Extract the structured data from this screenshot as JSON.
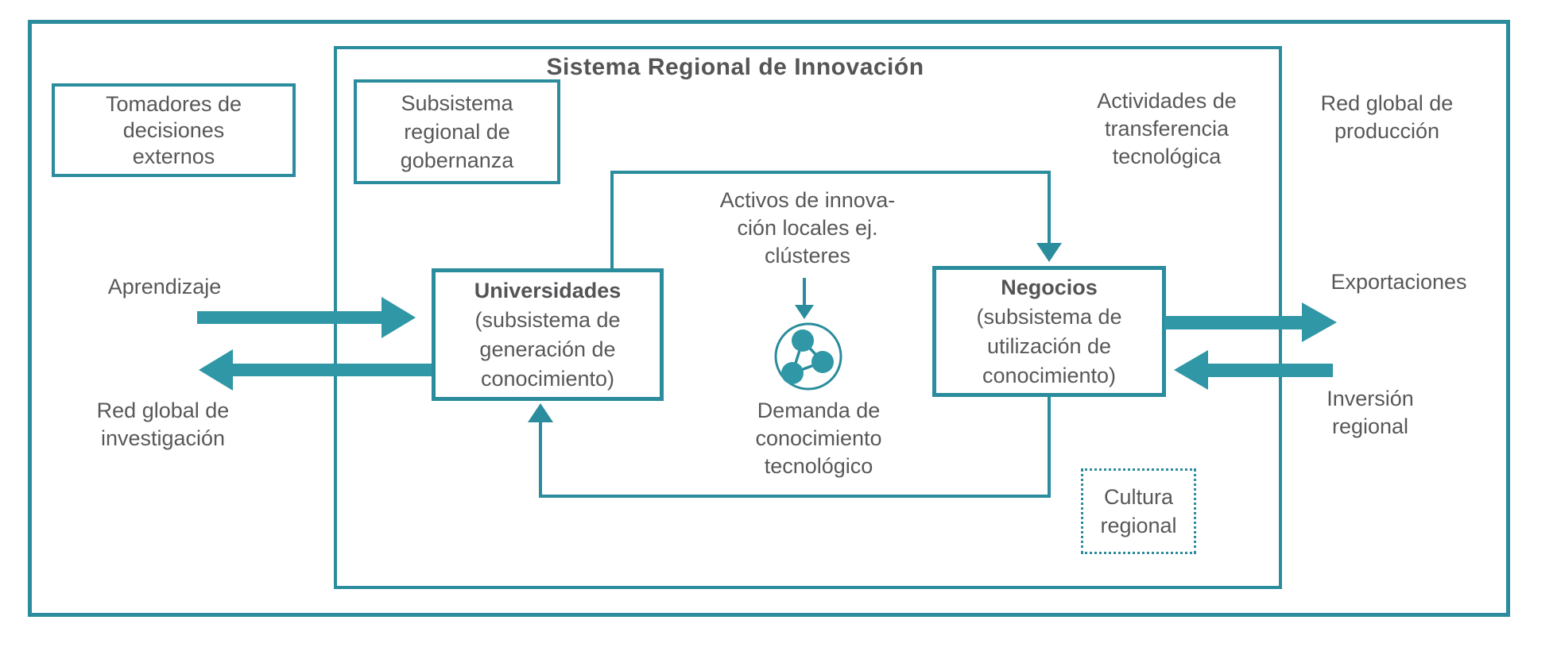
{
  "colors": {
    "teal_border": "#2a8c9c",
    "teal_arrow": "#2f97a6",
    "text_gray": "#58585a"
  },
  "frame": {
    "title": "Sistema Regional de Innovación"
  },
  "boxes": {
    "tomadores": {
      "lines": [
        "Tomadores de",
        "decisiones",
        "externos"
      ]
    },
    "subsistema": {
      "lines": [
        "Subsistema",
        "regional de",
        "gobernanza"
      ]
    },
    "universidades": {
      "title": "Universidades",
      "lines": [
        "(subsistema de",
        "generación de",
        "conocimiento)"
      ]
    },
    "negocios": {
      "title": "Negocios",
      "lines": [
        "(subsistema de",
        "utilización de",
        "conocimiento)"
      ]
    },
    "cultura": {
      "lines": [
        "Cultura",
        "regional"
      ]
    }
  },
  "labels": {
    "aprendizaje": "Aprendizaje",
    "red_investigacion": {
      "lines": [
        "Red global de",
        "investigación"
      ]
    },
    "activos": {
      "lines": [
        "Activos de innova-",
        "ción locales ej.",
        "clústeres"
      ]
    },
    "demanda": {
      "lines": [
        "Demanda de",
        "conocimiento",
        "tecnológico"
      ]
    },
    "actividades": {
      "lines": [
        "Actividades de",
        "transferencia",
        "tecnológica"
      ]
    },
    "red_produccion": {
      "lines": [
        "Red global de",
        "producción"
      ]
    },
    "exportaciones": "Exportaciones",
    "inversion": {
      "lines": [
        "Inversión",
        "regional"
      ]
    }
  },
  "icons": {
    "cluster": "cluster-nodes-icon"
  }
}
